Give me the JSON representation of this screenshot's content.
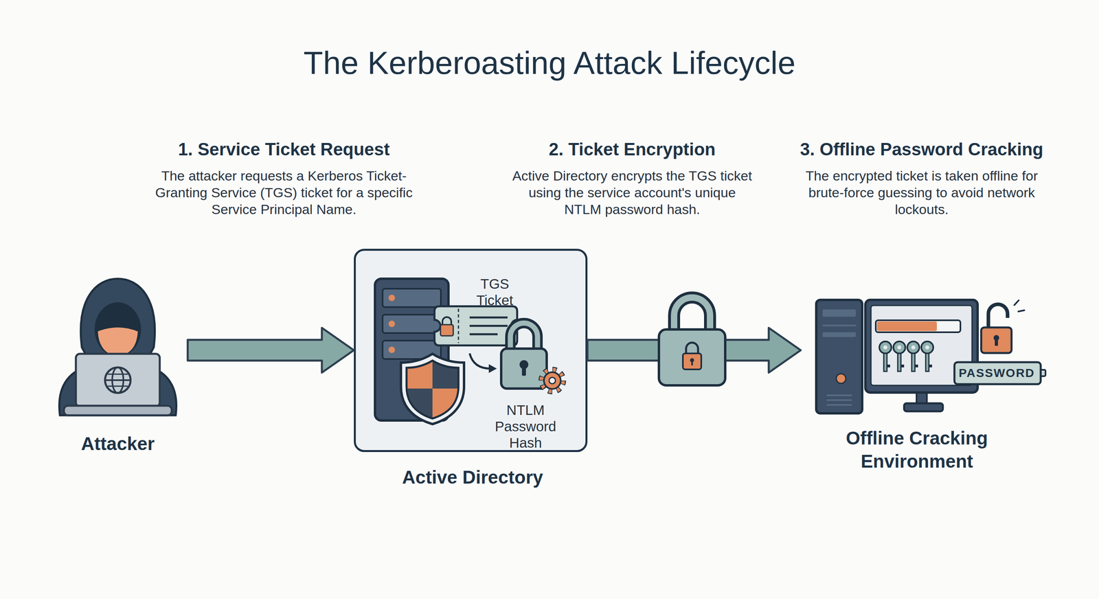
{
  "diagram": {
    "title": "The Kerberoasting Attack Lifecycle",
    "nodes": [
      {
        "text": [
          "Attacker"
        ]
      },
      {
        "text": [
          "Active Directory"
        ]
      },
      {
        "text": [
          "Offline Cracking Environment"
        ]
      }
    ],
    "edges": [
      {
        "from": 0,
        "to": 1,
        "arrow": "to"
      },
      {
        "from": 1,
        "to": 2,
        "arrow": "to"
      }
    ],
    "labels": [
      "1. Service Ticket Request",
      "The attacker requests a Kerberos Ticket-Granting Service (TGS) ticket for a specific Service Principal Name.",
      "2. Ticket Encryption",
      "Active Directory encrypts the TGS ticket using the service account's unique NTLM password hash.",
      "3. Offline Password Cracking",
      "The encrypted ticket is taken offline for brute-force guessing to avoid network lockouts.",
      "TGS Ticket",
      "NTLM Password Hash",
      "PASSWORD"
    ]
  }
}
